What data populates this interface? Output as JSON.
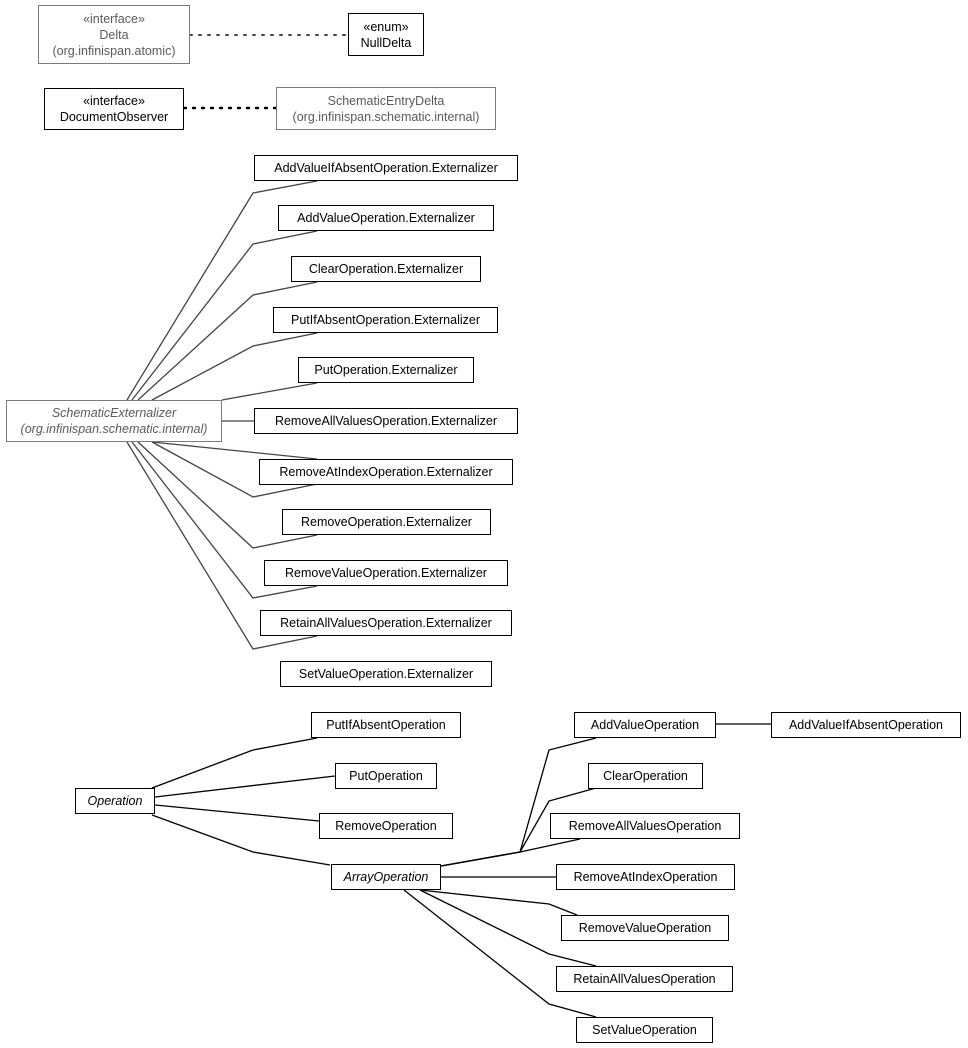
{
  "nodes": {
    "delta": {
      "stereotype": "«interface»",
      "name": "Delta",
      "package": "(org.infinispan.atomic)"
    },
    "null_delta": {
      "stereotype": "«enum»",
      "name": "NullDelta"
    },
    "document_observer": {
      "stereotype": "«interface»",
      "name": "DocumentObserver"
    },
    "schematic_entry_delta": {
      "name": "SchematicEntryDelta",
      "package": "(org.infinispan.schematic.internal)"
    },
    "schematic_externalizer": {
      "name": "SchematicExternalizer",
      "package": "(org.infinispan.schematic.internal)"
    },
    "ext_add_value_if_absent": {
      "name": "AddValueIfAbsentOperation.Externalizer"
    },
    "ext_add_value": {
      "name": "AddValueOperation.Externalizer"
    },
    "ext_clear": {
      "name": "ClearOperation.Externalizer"
    },
    "ext_put_if_absent": {
      "name": "PutIfAbsentOperation.Externalizer"
    },
    "ext_put": {
      "name": "PutOperation.Externalizer"
    },
    "ext_remove_all_values": {
      "name": "RemoveAllValuesOperation.Externalizer"
    },
    "ext_remove_at_index": {
      "name": "RemoveAtIndexOperation.Externalizer"
    },
    "ext_remove": {
      "name": "RemoveOperation.Externalizer"
    },
    "ext_remove_value": {
      "name": "RemoveValueOperation.Externalizer"
    },
    "ext_retain_all_values": {
      "name": "RetainAllValuesOperation.Externalizer"
    },
    "ext_set_value": {
      "name": "SetValueOperation.Externalizer"
    },
    "operation": {
      "name": "Operation"
    },
    "put_if_absent_operation": {
      "name": "PutIfAbsentOperation"
    },
    "put_operation": {
      "name": "PutOperation"
    },
    "remove_operation": {
      "name": "RemoveOperation"
    },
    "array_operation": {
      "name": "ArrayOperation"
    },
    "add_value_operation": {
      "name": "AddValueOperation"
    },
    "add_value_if_absent_operation": {
      "name": "AddValueIfAbsentOperation"
    },
    "clear_operation": {
      "name": "ClearOperation"
    },
    "remove_all_values_operation": {
      "name": "RemoveAllValuesOperation"
    },
    "remove_at_index_operation": {
      "name": "RemoveAtIndexOperation"
    },
    "remove_value_operation": {
      "name": "RemoveValueOperation"
    },
    "retain_all_values_operation": {
      "name": "RetainAllValuesOperation"
    },
    "set_value_operation": {
      "name": "SetValueOperation"
    }
  },
  "colors": {
    "line": "#000000",
    "gray_line": "#444444",
    "gray_border": "#7a7a7a",
    "gray_text": "#5a5a5a"
  }
}
